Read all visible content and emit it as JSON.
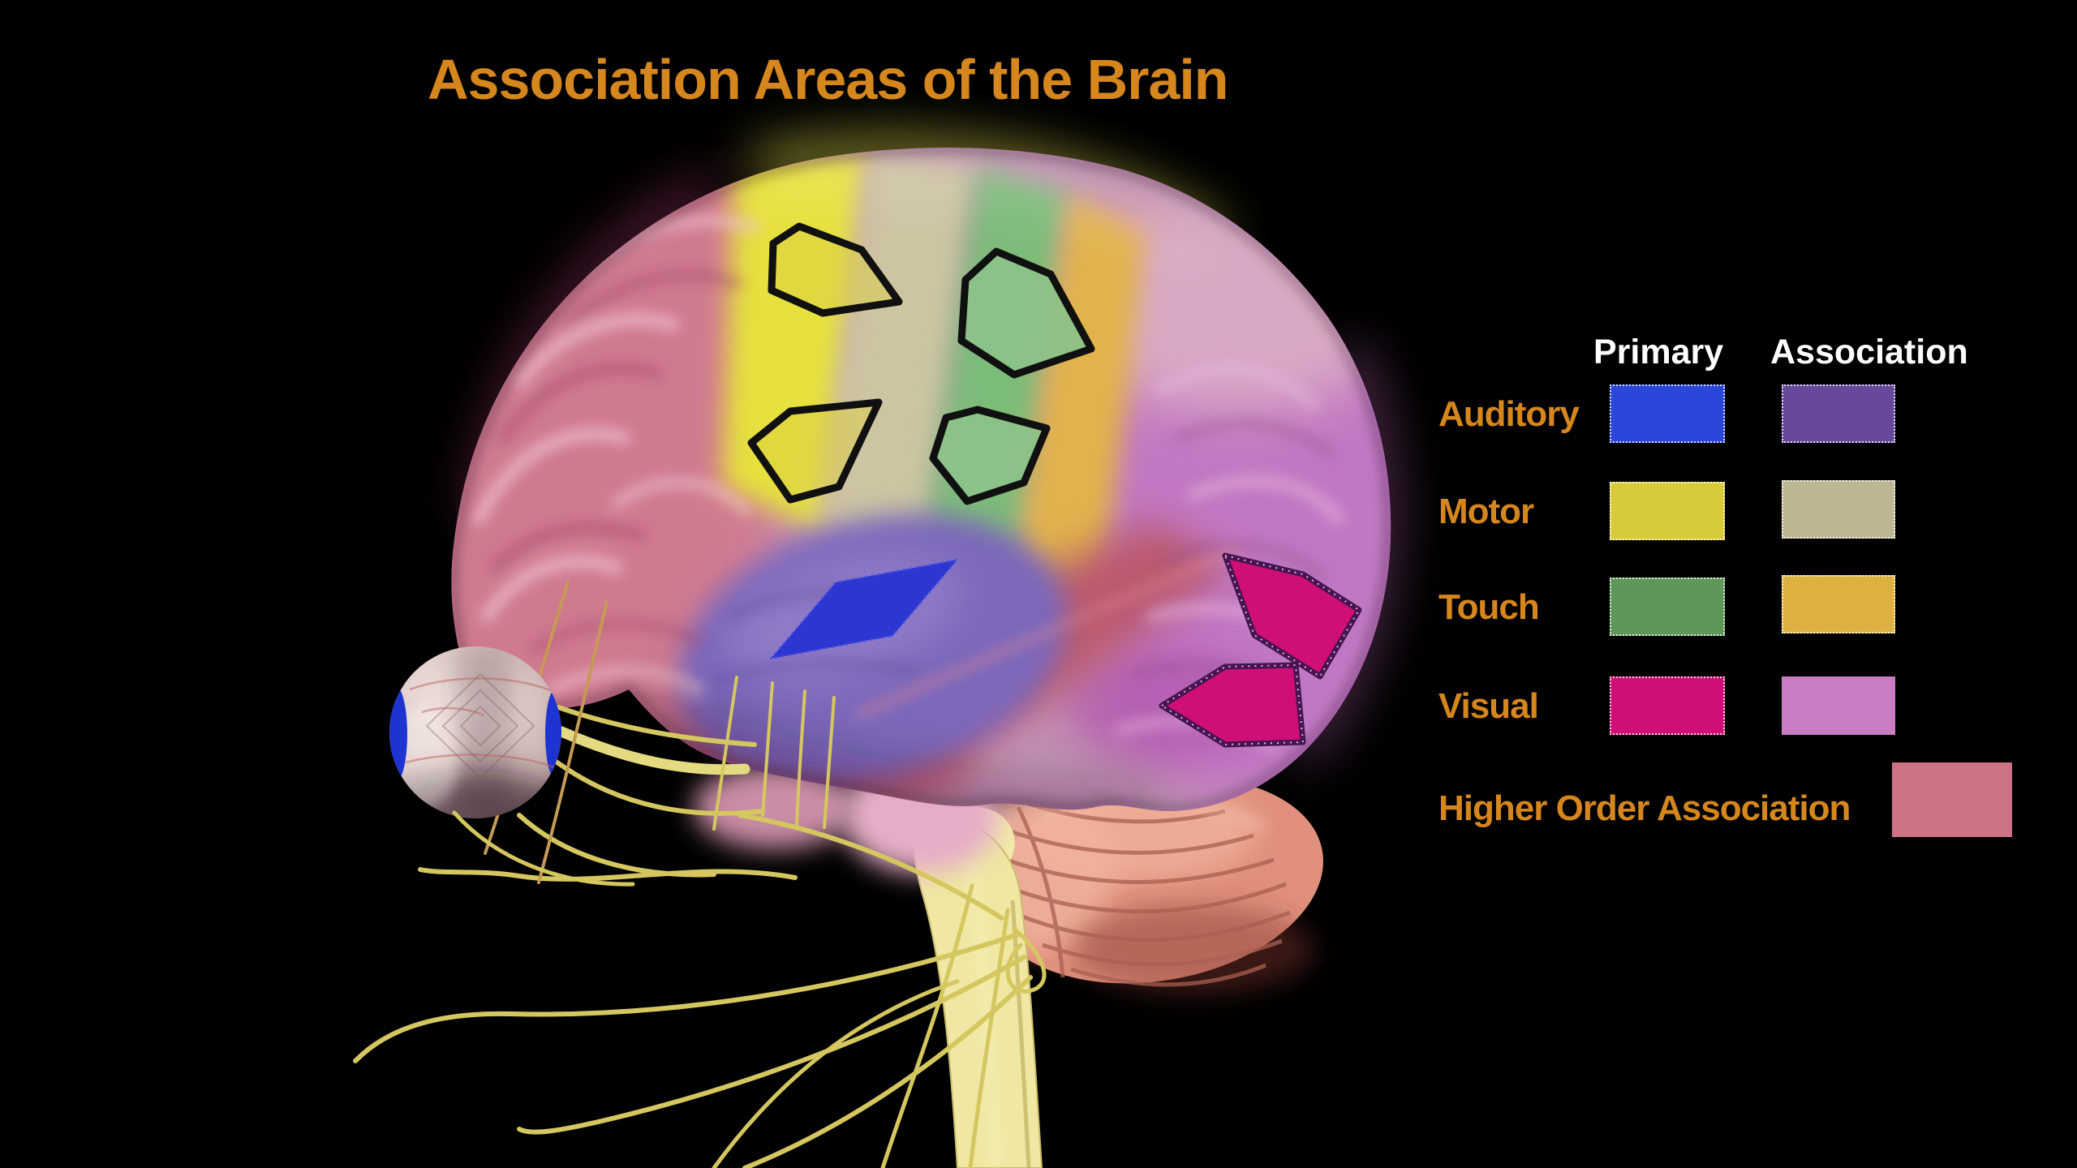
{
  "title": "Association Areas of the Brain",
  "colors": {
    "background": "#000000",
    "title": "#d5871d",
    "legend_label": "#d5871d",
    "legend_header": "#ffffff"
  },
  "legend": {
    "primary_header": "Primary",
    "association_header": "Association",
    "rows": [
      {
        "label": "Auditory",
        "primary_color": "#2b47d9",
        "association_color": "#67489b"
      },
      {
        "label": "Motor",
        "primary_color": "#d7cb39",
        "association_color": "#bcb693"
      },
      {
        "label": "Touch",
        "primary_color": "#5e9758",
        "association_color": "#deb041"
      },
      {
        "label": "Visual",
        "primary_color": "#d00f76",
        "association_color": "#c77cc4"
      }
    ],
    "higher_order_row": {
      "label": "Higher Order Association",
      "color": "#cb7384"
    }
  },
  "brain": {
    "regions": [
      {
        "name": "higher-order-association-frontal-lobe",
        "color": "#d07a90"
      },
      {
        "name": "primary-motor-cortex-strip",
        "color": "#e6e13e"
      },
      {
        "name": "motor-association-cortex-strip",
        "color": "#cdc5a2"
      },
      {
        "name": "primary-touch-cortex-strip",
        "color": "#7cbc79"
      },
      {
        "name": "touch-association-cortex-strip",
        "color": "#e1b34b"
      },
      {
        "name": "higher-order-association-parietal",
        "color": "#d5808a"
      },
      {
        "name": "auditory-association-area",
        "color": "#7d67bb"
      },
      {
        "name": "visual-association-area",
        "color": "#c178c3"
      },
      {
        "name": "lateral-sulcus-band",
        "color": "#bb5a6e"
      },
      {
        "name": "temporal-pole",
        "color": "#e6adc8"
      },
      {
        "name": "cerebellum",
        "color": "#e0907c"
      },
      {
        "name": "brainstem-spinal-cord",
        "color": "#efe7a2"
      },
      {
        "name": "nerve-fibers",
        "color": "#d5c75f"
      },
      {
        "name": "eye",
        "color": "#e6d6d2"
      },
      {
        "name": "iris-edge",
        "color": "#1e34d0"
      }
    ],
    "markers": [
      {
        "name": "primary-motor-marker-upper",
        "color": "#dcd044"
      },
      {
        "name": "primary-motor-marker-lower",
        "color": "#dcd044"
      },
      {
        "name": "primary-touch-marker-upper",
        "color": "#8cc288"
      },
      {
        "name": "primary-touch-marker-lower",
        "color": "#8cc288"
      },
      {
        "name": "primary-auditory-marker",
        "color": "#2c36d1"
      },
      {
        "name": "primary-visual-marker-upper",
        "color": "#d00f76"
      },
      {
        "name": "primary-visual-marker-lower",
        "color": "#d00f76"
      }
    ]
  }
}
